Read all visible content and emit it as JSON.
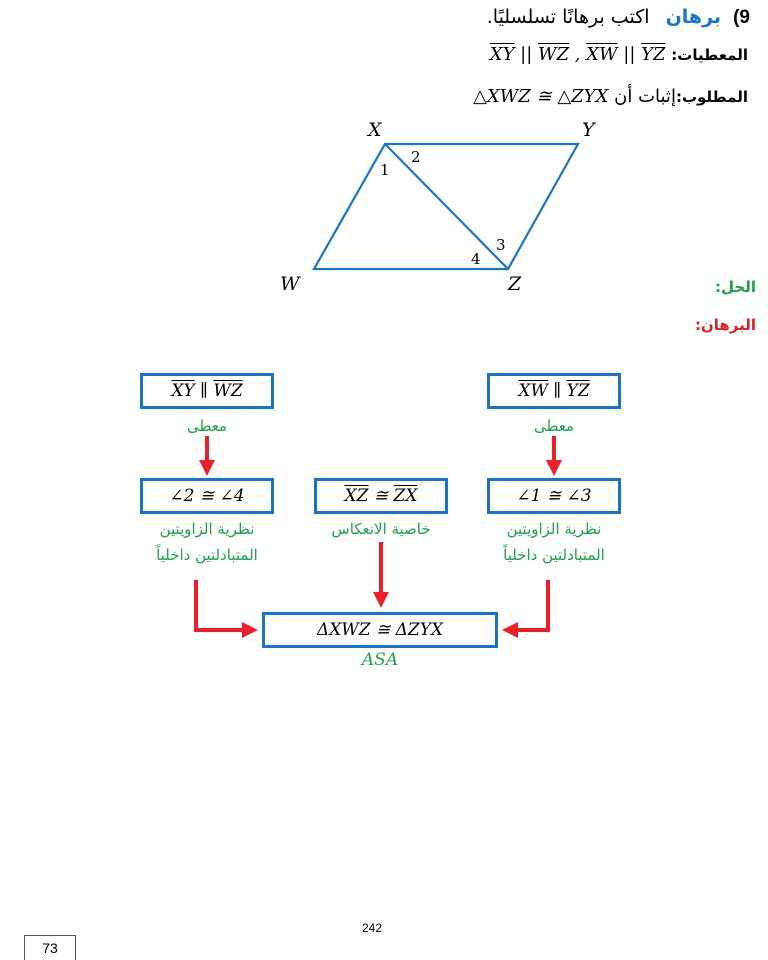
{
  "problem": {
    "number": "9)",
    "keyword": "برهان",
    "instruction": "اكتب برهانًا تسلسليًا."
  },
  "given": {
    "label": "المعطيات:",
    "seg1": "XY",
    "par1": " || ",
    "seg2": "WZ",
    "sep": " , ",
    "seg3": "XW",
    "par2": " || ",
    "seg4": "YZ"
  },
  "required": {
    "label": "المطلوب:",
    "text": "إثبات أن",
    "statement": "△XWZ ≅ △ZYX"
  },
  "figure": {
    "vertices": {
      "X": "X",
      "Y": "Y",
      "W": "W",
      "Z": "Z"
    },
    "angles": {
      "a1": "1",
      "a2": "2",
      "a3": "3",
      "a4": "4"
    },
    "line_color": "#1b73c4"
  },
  "solution_label": "الحل:",
  "proof_label": "البرهان:",
  "flow": {
    "box_left_top": {
      "s1": "XY",
      "mid": " ∥ ",
      "s2": "WZ"
    },
    "box_right_top": {
      "s1": "XW",
      "mid": " ∥ ",
      "s2": "YZ"
    },
    "reason_given_left": "معطى",
    "reason_given_right": "معطى",
    "box_left_mid": "∠2 ≅ ∠4",
    "box_center_mid": {
      "s1": "XZ",
      "mid": " ≅ ",
      "s2": "ZX"
    },
    "box_right_mid": "∠1 ≅ ∠3",
    "reason_left_1": "نظرية الزاويتين",
    "reason_left_2": "المتبادلتين داخلياً",
    "reason_center": "خاصية الانعكاس",
    "reason_right_1": "نظرية الزاويتين",
    "reason_right_2": "المتبادلتين داخلياً",
    "box_bottom": "ΔXWZ ≅ ΔZYX",
    "reason_bottom": "ASA",
    "box_color": "#1b73c4",
    "arrow_color": "#e8202a",
    "reason_color": "#21a04a"
  },
  "footer": {
    "page_box": "73",
    "page_center": "242"
  }
}
